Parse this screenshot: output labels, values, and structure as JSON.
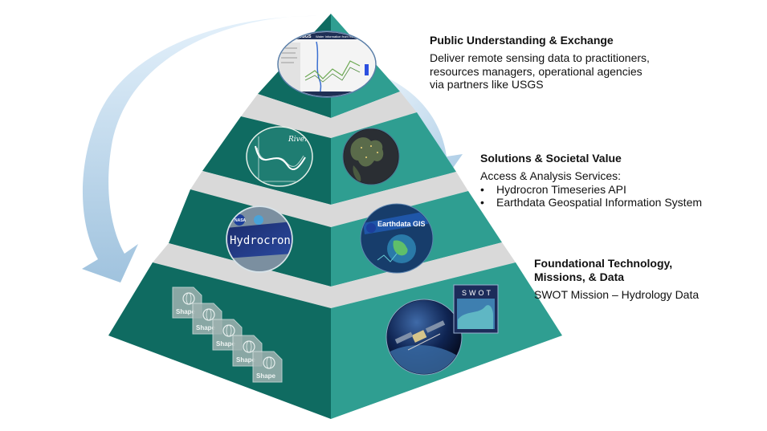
{
  "tiers": [
    {
      "title": "Public Understanding & Exchange",
      "lines": [
        "Deliver remote sensing data to practitioners,",
        "resources managers, operational agencies",
        "via partners like USGS"
      ]
    },
    {
      "title": "Solutions & Societal Value",
      "intro": "Access & Analysis Services:",
      "bullets": [
        "Hydrocron Timeseries API",
        "Earthdata Geospatial Information System"
      ],
      "bullet_glyph": "•"
    },
    {
      "title_lines": [
        "Foundational Technology,",
        "Missions, & Data"
      ],
      "body": "SWOT Mission – Hydrology Data"
    }
  ],
  "images": {
    "hydrocron_label": "Hydrocron",
    "nasa_label": "NASA",
    "earthdata_label": "Earthdata GIS",
    "riverid_label": "RiverID",
    "swot_label": "SWOT",
    "shape_label": "Shape",
    "usgs_label": "USGS",
    "usgs_title": "Water Information from SWOT"
  },
  "colors": {
    "teal_light": "#2f9e91",
    "teal_dark": "#0f6b61",
    "gray_band": "#d9d9d9",
    "arrow": "#bcd6ea"
  }
}
